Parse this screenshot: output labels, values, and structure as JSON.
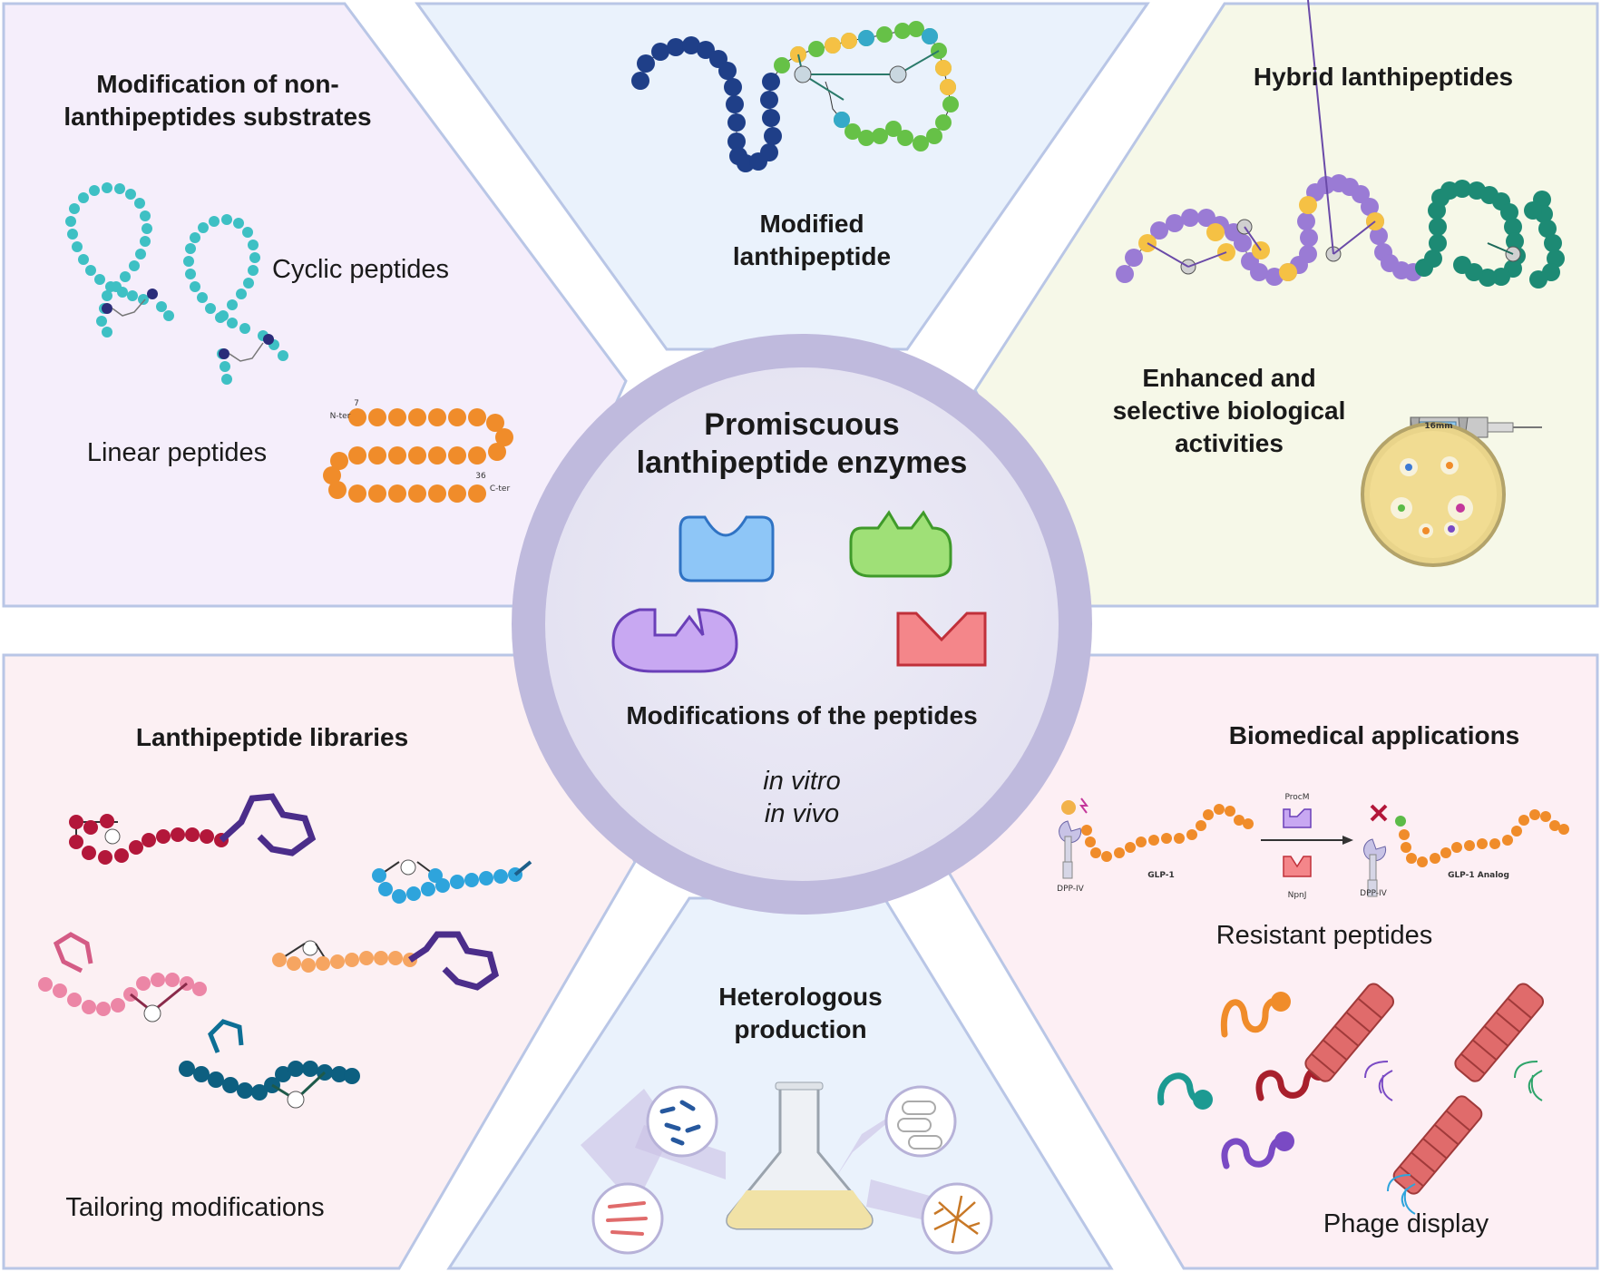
{
  "hub": {
    "title_line1": "Promiscuous",
    "title_line2": "lanthipeptide enzymes",
    "modifications": "Modifications of the peptides",
    "in_vitro": "in vitro",
    "in_vivo": "in vivo"
  },
  "panels": {
    "nonlanthi": {
      "title_line1": "Modification of non-",
      "title_line2": "lanthipeptides substrates",
      "cyclic": "Cyclic peptides",
      "linear": "Linear peptides",
      "n_ter": "N-ter",
      "c_ter": "C-ter",
      "num_start": "7",
      "num_end": "36"
    },
    "modified": {
      "title_line1": "Modified",
      "title_line2": "lanthipeptide"
    },
    "hybrid": {
      "title": "Hybrid lanthipeptides",
      "enhanced_line1": "Enhanced and",
      "enhanced_line2": "selective  biological",
      "enhanced_line3": "activities",
      "caliper_label": "16mm"
    },
    "libraries": {
      "title": "Lanthipeptide libraries",
      "tailoring": "Tailoring modifications"
    },
    "heterologous": {
      "title_line1": "Heterologous",
      "title_line2": "production"
    },
    "biomedical": {
      "title": "Biomedical applications",
      "resistant": "Resistant peptides",
      "phage": "Phage display",
      "procm": "ProcM",
      "npnj": "NpnJ",
      "glp1": "GLP-1",
      "glp1_analog": "GLP-1 Analog",
      "dpp_left": "DPP-IV",
      "dpp_right": "DPP-IV"
    }
  },
  "colors": {
    "purple_bg": "#f5eefb",
    "blue_bg": "#eaf2fc",
    "green_bg": "#f6f8e8",
    "pink_bg": "#fcf0f3",
    "ring": "#b9b3d9",
    "hub_fill": "#e8e6f4",
    "teal": "#3ec0c4",
    "orange": "#f08c2a",
    "navy": "#1e3f8a",
    "green": "#5cbb48",
    "violet": "#9b7ad4",
    "yellow": "#f5c144",
    "darkteal": "#1d8a74",
    "crimson": "#b3173a",
    "sky": "#2ea4dc",
    "pink": "#ec86a6",
    "peach": "#f6a561",
    "deepteal": "#0d5f80",
    "indigo": "#4b2d8a",
    "rod": "#e06b6b"
  },
  "icons": [
    "blue-enzyme-icon",
    "green-enzyme-icon",
    "purple-enzyme-icon",
    "red-enzyme-icon",
    "flask-icon",
    "bacteria-icon",
    "caliper-icon",
    "petri-dish-icon",
    "phage-icon",
    "inhibition-cross-icon"
  ]
}
